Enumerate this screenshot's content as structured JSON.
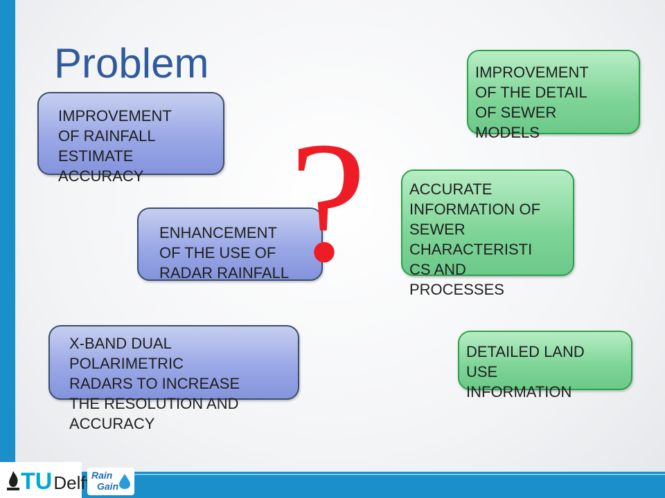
{
  "slide": {
    "title_lines": [
      "Problem",
      "t"
    ],
    "question_mark": "?"
  },
  "blue_boxes": [
    {
      "lines": [
        "IMPROVEMENT",
        "OF RAINFALL",
        "ESTIMATE",
        "ACCURACY"
      ]
    },
    {
      "lines": [
        "ENHANCEMENT",
        "OF THE USE OF",
        "RADAR RAINFALL"
      ]
    },
    {
      "lines": [
        "X-BAND DUAL",
        "POLARIMETRIC",
        "RADARS TO INCREASE",
        "THE RESOLUTION AND",
        "ACCURACY"
      ]
    }
  ],
  "green_boxes": [
    {
      "lines": [
        "IMPROVEMENT",
        "OF THE DETAIL",
        "OF SEWER",
        "MODELS"
      ]
    },
    {
      "lines": [
        "ACCURATE",
        "INFORMATION OF",
        "SEWER",
        "CHARACTERISTI",
        "CS AND",
        "PROCESSES"
      ]
    },
    {
      "lines": [
        "DETAILED LAND",
        "USE",
        "INFORMATION"
      ]
    }
  ],
  "footer": {
    "tu_mark": "TU",
    "delft_text": "Delft",
    "raingain_text": [
      "Rain",
      "Gain"
    ]
  },
  "colors": {
    "accent_blue": "#1a8fc9",
    "title_blue": "#2f5b9e",
    "question_red": "#ee1c24",
    "blue_box": "#9aa8e6",
    "green_box": "#7ed497"
  },
  "icons": [
    "tu-delft-logo-icon",
    "raingain-logo-icon"
  ]
}
